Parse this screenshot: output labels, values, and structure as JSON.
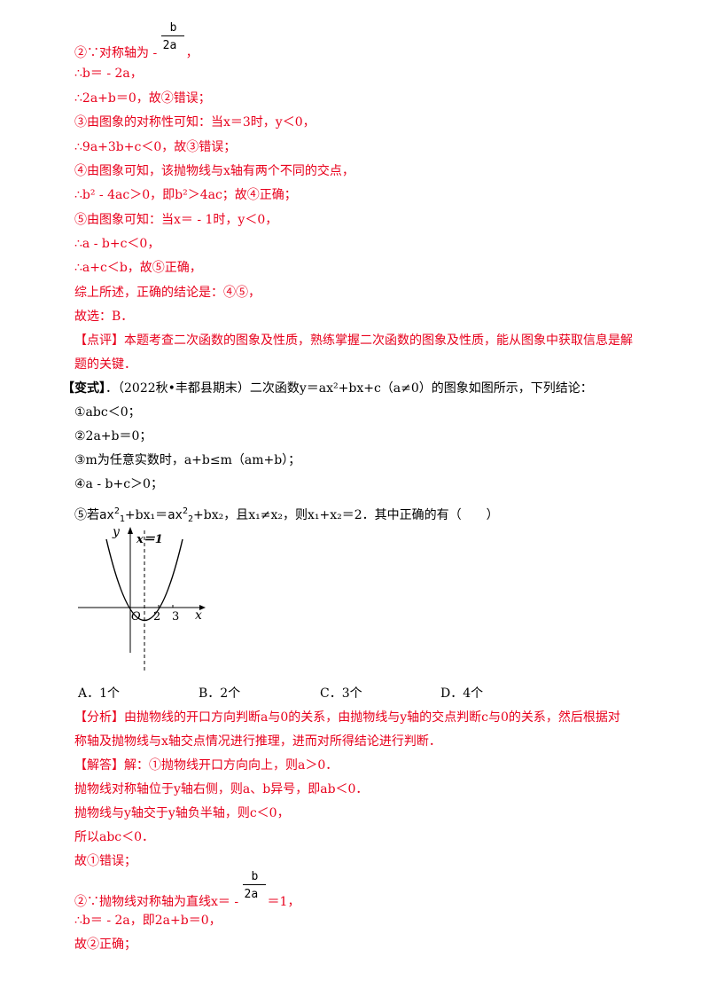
{
  "solution_part1": {
    "l1_pre": "②∵对称轴为 - ",
    "l1_frac_num": "b",
    "l1_frac_den": "2a",
    "l1_post": "，",
    "l2": "∴b＝ - 2a，",
    "l3": "∴2a+b＝0，故②错误；",
    "l4": "③由图象的对称性可知：当x＝3时，y＜0，",
    "l5": "∴9a+3b+c＜0，故③错误；",
    "l6": "④由图象可知，该抛物线与x轴有两个不同的交点，",
    "l7": "∴b² - 4ac＞0，即b²＞4ac；故④正确；",
    "l8": "⑤由图象可知：当x＝ - 1时，y＜0，",
    "l9": "∴a - b+c＜0，",
    "l10": "∴a+c＜b，故⑤正确，",
    "l11": "综上所述，正确的结论是：④⑤，",
    "l12": "故选：B．",
    "review_tag": "【点评】",
    "review_text_1": "本题考查二次函数的图象及性质，熟练掌握二次函数的图象及性质，能从图象中获取信息是解",
    "review_text_2": "题的关键．"
  },
  "variant": {
    "tag": "【变式】",
    "intro": "．（2022秋•丰都县期末）二次函数y＝ax²+bx+c（a≠0）的图象如图所示，下列结论：",
    "c1": "①abc＜0；",
    "c2": "②2a+b＝0；",
    "c3": "③m为任意实数时，a+b≤m（am+b）；",
    "c4": "④a - b+c＞0；",
    "c5_pre": "⑤若",
    "c5_mid": "+bx₁＝",
    "c5_post": "+bx₂，且x₁≠x₂，则x₁+x₂＝2．其中正确的有（　　）",
    "c5_term1": "ax",
    "c5_term1_sup": "2",
    "c5_term1_sub": "1",
    "c5_term2": "ax",
    "c5_term2_sup": "2",
    "c5_term2_sub": "2"
  },
  "graph": {
    "y_label": "y",
    "x_label": "x",
    "origin_label": "O",
    "axis_label": "x＝1",
    "tick_2": "2",
    "tick_3": "3"
  },
  "options": [
    "A．1个",
    "B．2个",
    "C．3个",
    "D．4个"
  ],
  "analysis": {
    "tag": "【分析】",
    "text_1": "由抛物线的开口方向判断a与0的关系，由抛物线与y轴的交点判断c与0的关系，然后根据对",
    "text_2": "称轴及抛物线与x轴交点情况进行推理，进而对所得结论进行判断．"
  },
  "answer": {
    "tag": "【解答】",
    "l1": "解：①抛物线开口方向向上，则a＞0．",
    "l2": "抛物线对称轴位于y轴右侧，则a、b异号，即ab＜0．",
    "l3": "抛物线与y轴交于y轴负半轴，则c＜0，",
    "l4": "所以abc＜0．",
    "l5": "故①错误；",
    "l6_pre": "②∵抛物线对称轴为直线x＝ - ",
    "l6_frac_num": "b",
    "l6_frac_den": "2a",
    "l6_post": "＝1，",
    "l7": "∴b＝ - 2a，即2a+b＝0，",
    "l8": "故②正确；"
  }
}
